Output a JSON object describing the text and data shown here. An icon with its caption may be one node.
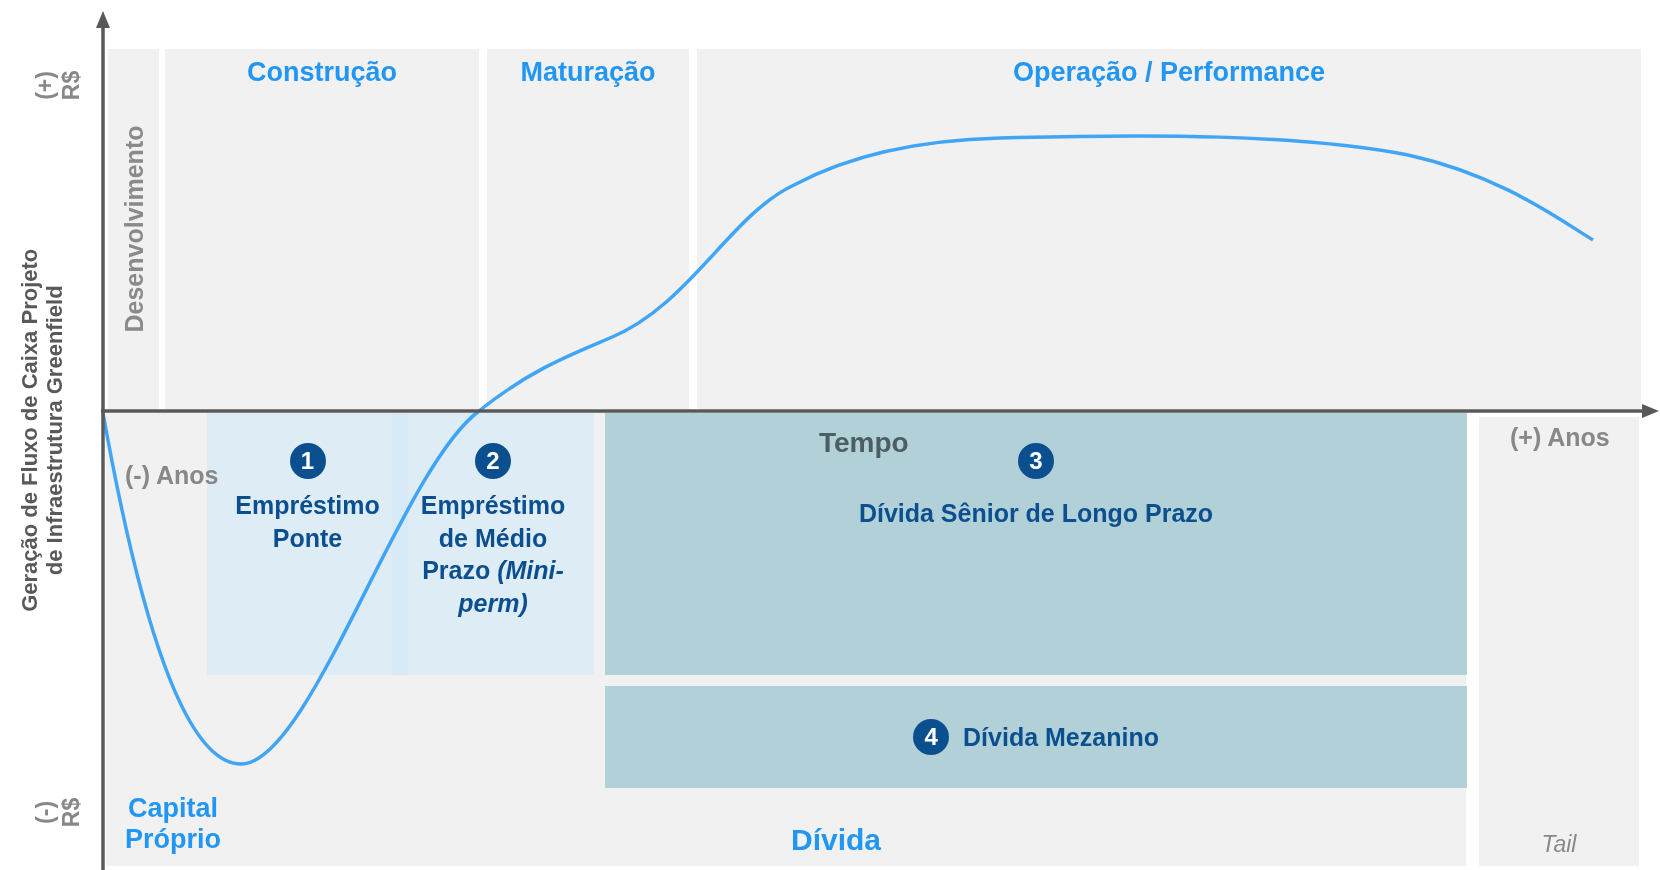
{
  "diagram": {
    "nodes": [
      {
        "text": [
          "Desenvolvimento"
        ]
      },
      {
        "text": [
          "Construção"
        ]
      },
      {
        "text": [
          "Maturação"
        ]
      },
      {
        "text": [
          "Operação / Performance"
        ]
      },
      {
        "text": [
          "1",
          "Empréstimo Ponte"
        ]
      },
      {
        "text": [
          "2",
          "Empréstimo de Médio Prazo *(Mini-perm)*"
        ]
      },
      {
        "text": [
          "3",
          "Dívida Sênior de Longo Prazo"
        ]
      },
      {
        "text": [
          "4",
          "Dívida Mezanino"
        ]
      },
      {
        "text": [
          "Tail"
        ]
      }
    ],
    "labels": [
      "(+) R$",
      "Geração de Fluxo de Caixa Projeto de Infraestrutura Greenfield",
      "(-) Anos",
      "Tempo",
      "(+) Anos",
      "(-) R$",
      "Capital Próprio",
      "Dívida"
    ]
  }
}
